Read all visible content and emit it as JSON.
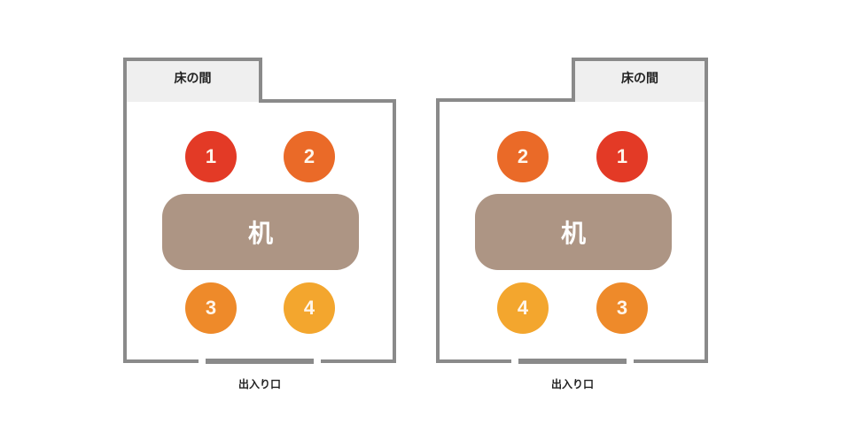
{
  "diagrams": [
    {
      "tokonoma_label": "床の間",
      "table_label": "机",
      "entrance_label": "出入り口",
      "seats": [
        {
          "number": "1",
          "color": "#E33A26"
        },
        {
          "number": "2",
          "color": "#EA6A28"
        },
        {
          "number": "3",
          "color": "#EE8A2A"
        },
        {
          "number": "4",
          "color": "#F3A62E"
        }
      ]
    },
    {
      "tokonoma_label": "床の間",
      "table_label": "机",
      "entrance_label": "出入り口",
      "seats": [
        {
          "number": "1",
          "color": "#E33A26"
        },
        {
          "number": "2",
          "color": "#EA6A28"
        },
        {
          "number": "3",
          "color": "#EE8A2A"
        },
        {
          "number": "4",
          "color": "#F3A62E"
        }
      ]
    }
  ],
  "colors": {
    "wall": "#8a8a8a",
    "tokonoma": "#efefef",
    "table": "#ad9584"
  }
}
